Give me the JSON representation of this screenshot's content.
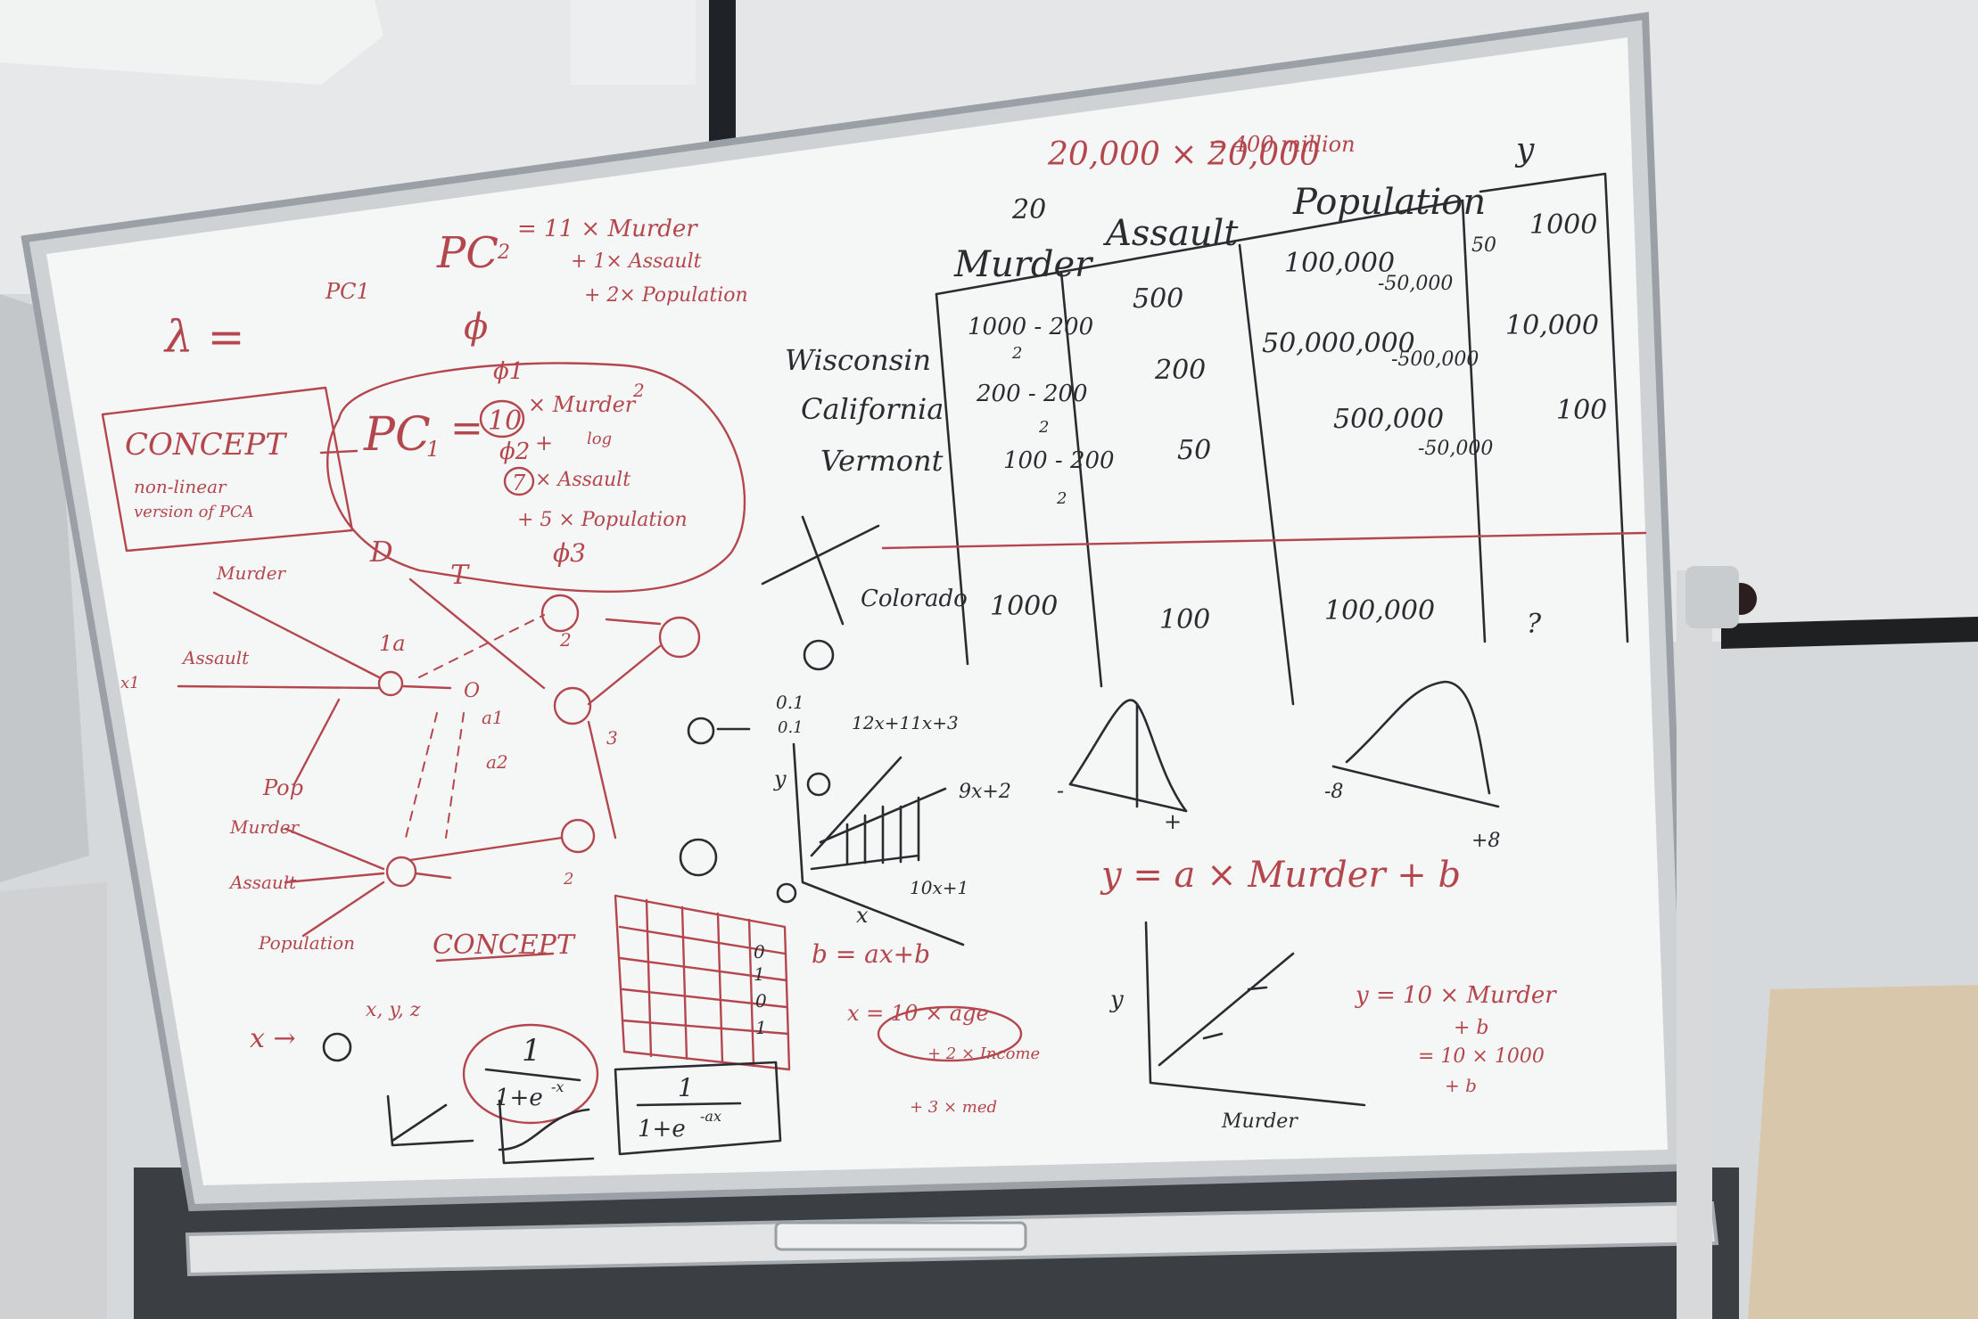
{
  "board": {
    "top_calc": {
      "line1": "20,000 × 20,000",
      "line2": "= 400 million",
      "y_label": "y"
    },
    "pc2": {
      "label": "PC",
      "sub": "2",
      "line1": "= 11 × Murder",
      "line2": "+ 1× Assault",
      "line3": "+ 2× Population"
    },
    "lambda": "λ =",
    "pc1_small": "PC1",
    "phi": "ϕ",
    "phi1": "ϕ1",
    "phi2": "ϕ2",
    "phi3": "ϕ3",
    "pc1": {
      "label": "PC",
      "sub": "1",
      "eq": "=",
      "coef": "10",
      "term1": "× Murder",
      "sq": "2",
      "plus": "+",
      "log": "log",
      "coef2": "7",
      "term2": "× Assault",
      "term3": "+ 5 × Population"
    },
    "concept_box": {
      "title": "CONCEPT",
      "line1": "non-linear",
      "line2": "version of PCA"
    },
    "table": {
      "headers": [
        "Murder",
        "Assault",
        "Population"
      ],
      "top_num": "20",
      "rows": [
        {
          "state": "Wisconsin",
          "murder": "1000 - 200",
          "murder_sub": "2",
          "assault": "500",
          "population": "100,000",
          "pop_sub": "-50,000",
          "pop_note": "50",
          "y": "1000"
        },
        {
          "state": "California",
          "murder": "200 - 200",
          "murder_sub": "2",
          "assault": "200",
          "population": "50,000,000",
          "pop_sub": "-500,000",
          "y": "10,000"
        },
        {
          "state": "Vermont",
          "murder": "100 - 200",
          "murder_sub": "2",
          "assault": "50",
          "population": "500,000",
          "pop_sub": "-50,000",
          "y": "100"
        }
      ],
      "test_row": {
        "state": "Colorado",
        "murder": "1000",
        "assault": "100",
        "population": "100,000",
        "y": "?"
      }
    },
    "nn": {
      "inputs1": [
        "Murder",
        "Assault"
      ],
      "inputs2": [
        "Pop",
        "Murder",
        "Assault",
        "Population"
      ],
      "labels": [
        "D",
        "T",
        "1a",
        "a1",
        "2",
        "3",
        "a1",
        "a2",
        "O",
        "O",
        "0",
        "1",
        "2"
      ],
      "x_in": "x1",
      "concept2": "CONCEPT",
      "xyz": "x, y, z",
      "x_arrow": "x →"
    },
    "lines_plot": {
      "labels": [
        "0.1",
        "0.1",
        "12x+11x+3",
        "9x+2",
        "10x+1"
      ],
      "y": "y",
      "x": "x"
    },
    "sigmoid": {
      "num": "1",
      "den1": "1+e",
      "exp1": "-x",
      "den2": "1+e",
      "exp2": "-ax"
    },
    "grid_col": [
      "0",
      "1",
      "0",
      "1"
    ],
    "eq_b": {
      "line1": "b = ax+b",
      "line2": "x = 10 × age",
      "line3": "+ 2 × Income",
      "line4": "+ 3 × med"
    },
    "bell1": {
      "left": "-",
      "right": "+"
    },
    "bell2": {
      "left": "-8",
      "right": "+8"
    },
    "eq_y": "y = a × Murder + b",
    "scatter": {
      "y": "y",
      "x": "Murder"
    },
    "calc_y": {
      "line1": "y = 10 × Murder",
      "line2": "+ b",
      "line3": "= 10 × 1000",
      "line4": "+ b"
    }
  }
}
